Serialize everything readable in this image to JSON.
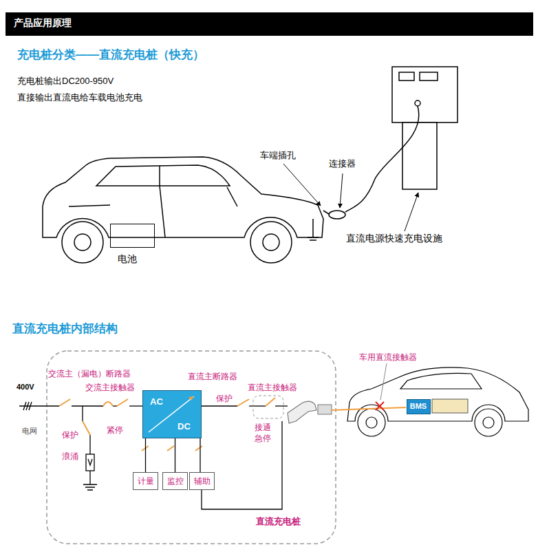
{
  "diagram": {
    "title": "产品应用原理",
    "nodes": [
      {
        "text": [
          "电池"
        ]
      },
      {
        "text": [
          "直流充电桩"
        ]
      },
      {
        "text": [
          "AC",
          "DC"
        ],
        "in": 1
      },
      {
        "text": [
          "计量"
        ],
        "in": 1
      },
      {
        "text": [
          "监控"
        ],
        "in": 1
      },
      {
        "text": [
          "辅助"
        ],
        "in": 1
      },
      {
        "text": [
          "BMS"
        ]
      }
    ],
    "edges": [
      {
        "from": 2,
        "to": 3,
        "arrow": "none"
      },
      {
        "from": 2,
        "to": 4,
        "arrow": "none"
      },
      {
        "from": 2,
        "to": 5,
        "arrow": "none"
      }
    ],
    "labels": [
      "充电桩分类——直流充电桩（快充）",
      "充电桩输出DC200-950V",
      "直接输出直流电给车载电池充电",
      "车端插孔",
      "连接器",
      "直流电源快速充电设施",
      "直流充电桩内部结构",
      "400V",
      "电网",
      "交流主（漏电）断路器",
      "交流主接触器",
      "保护",
      "浪涌",
      "紧停",
      "直流主断路器",
      "保护",
      "直流主接触器",
      "接通",
      "急停",
      "车用直流接触器"
    ]
  }
}
